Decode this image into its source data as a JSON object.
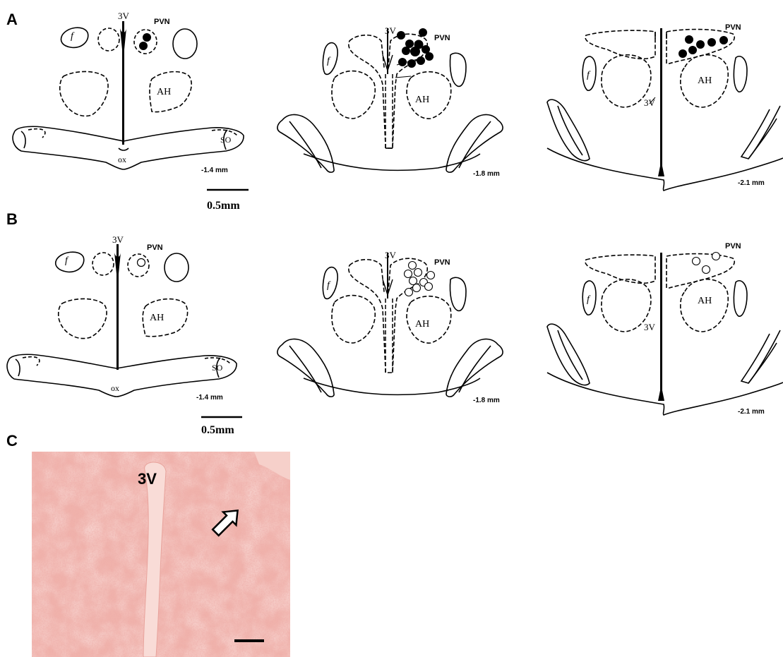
{
  "figure": {
    "panels": [
      {
        "label": "A",
        "marker_fill": "#000000"
      },
      {
        "label": "B",
        "marker_fill": "#ffffff"
      },
      {
        "label": "C"
      }
    ],
    "sections": [
      {
        "depth": "-1.4 mm"
      },
      {
        "depth": "-1.8 mm"
      },
      {
        "depth": "-2.1 mm"
      }
    ],
    "structures": {
      "ventricle": "3V",
      "pvn": "PVN",
      "fornix": "f",
      "anterior_hypothalamus": "AH",
      "optic_chiasm": "ox",
      "supraoptic": "SO"
    },
    "scale_bar": "0.5mm",
    "photo_label": "3V",
    "colors": {
      "ink": "#000000",
      "tissue": "#f2b6b0",
      "tissue_stain": "#d9756e"
    }
  }
}
